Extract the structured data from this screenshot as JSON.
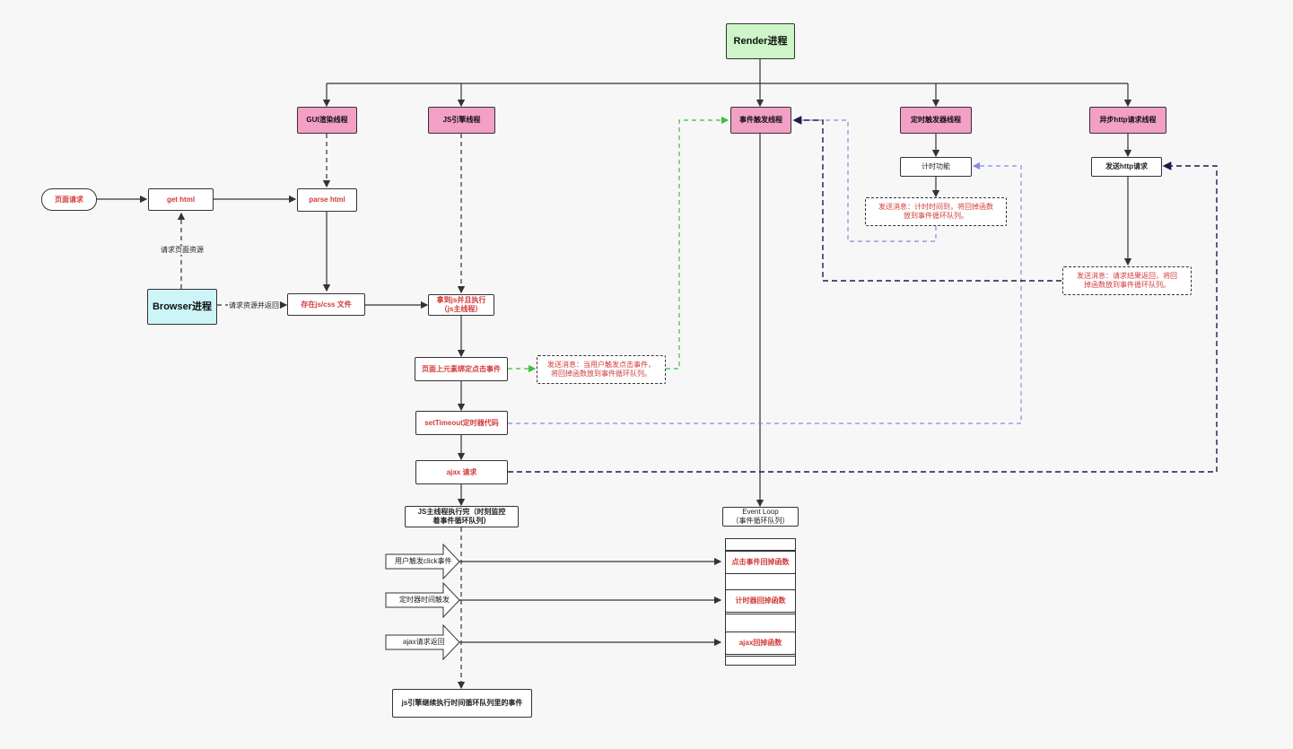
{
  "colors": {
    "thread_box": "#f39fc6",
    "render_box": "#cdf5c8",
    "browser_box": "#cdf5f7",
    "text_red": "#d33b3b",
    "arrow_green": "#3cbf3c",
    "arrow_purple": "#8a8ae6",
    "arrow_navy": "#1c1c4a"
  },
  "nodes": {
    "render": "Render进程",
    "gui": "GUI渲染线程",
    "js_engine": "JS引擎线程",
    "event_thread": "事件触发线程",
    "timer_thread": "定时触发器线程",
    "http_thread": "异步http请求线程",
    "page_request": "页面请求",
    "get_html": "get html",
    "parse_html": "parse html",
    "browser": "Browser进程",
    "save_js_css": "存在js/css 文件",
    "get_js_exec": "拿到js并且执行\n（js主线程）",
    "bind_click": "页面上元素绑定点击事件",
    "set_timeout": "setTimeout定时器代码",
    "ajax_request": "ajax 请求",
    "js_main_done": "JS主线程执行完（时刻监控着事件循环队列）",
    "js_continue": "js引擎继续执行时间循环队列里的事件",
    "timer_func": "计时功能",
    "send_http": "发送http请求",
    "msg_timer": "发送消息：计时时间到，将回掉函数放到事件循环队列。",
    "msg_http": "发送消息：请求结果返回，将回掉函数放到事件循环队列。",
    "msg_click": "发送消息：当用户触发点击事件，将回掉函数放到事件循环队列。",
    "event_loop": "Event Loop\n（事件循环队列）",
    "q_click": "点击事件回掉函数",
    "q_timer": "计时器回掉函数",
    "q_ajax": "ajax回掉函数"
  },
  "labels": {
    "req_page_resource": "请求页面资源",
    "req_resource_return": "请求资源并返回"
  },
  "triggers": {
    "click": "用户触发click事件",
    "timer": "定时器时间触发",
    "ajax": "ajax请求返回"
  }
}
